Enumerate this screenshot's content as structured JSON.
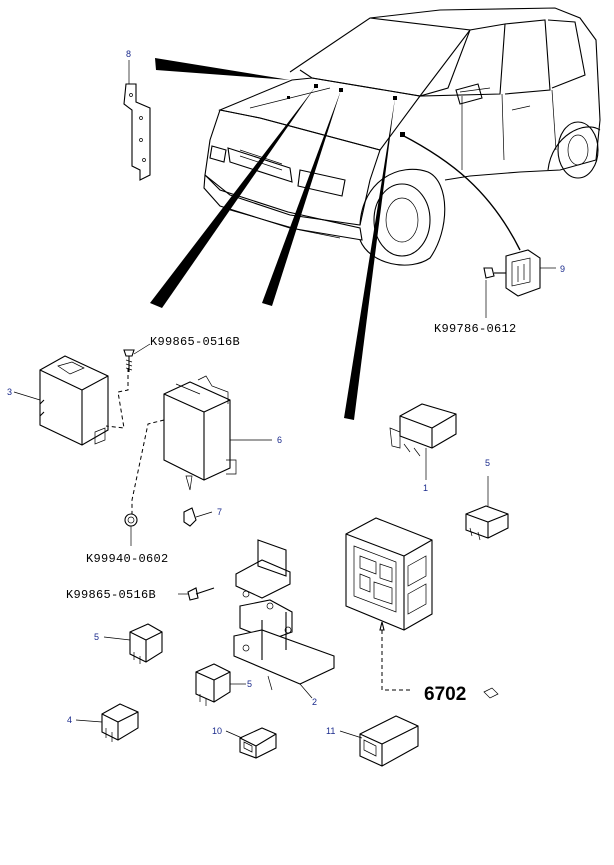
{
  "callouts": {
    "c8": "8",
    "c9": "9",
    "c3": "3",
    "c6": "6",
    "c1": "1",
    "c5a": "5",
    "c7": "7",
    "c5b": "5",
    "c4": "4",
    "c5c": "5",
    "c2": "2",
    "c10": "10",
    "c11": "11"
  },
  "part_numbers": {
    "k1": "K99865-0516B",
    "k2": "K99786-0612",
    "k3": "K99940-0602",
    "k4": "K99865-0516B"
  },
  "reference": "6702"
}
